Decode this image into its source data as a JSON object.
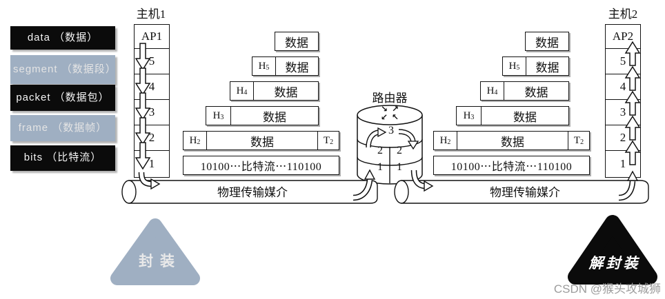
{
  "legend": {
    "items": [
      {
        "label": "data （数据）",
        "variant": "black"
      },
      {
        "label": "segment （数据段）",
        "variant": "slate"
      },
      {
        "label": "packet （数据包）",
        "variant": "black"
      },
      {
        "label": "frame （数据帧）",
        "variant": "slate"
      },
      {
        "label": "bits （比特流）",
        "variant": "black"
      }
    ]
  },
  "host1": {
    "title": "主机1",
    "layers": [
      "AP1",
      "5",
      "4",
      "3",
      "2",
      "1"
    ]
  },
  "host2": {
    "title": "主机2",
    "layers": [
      "AP2",
      "5",
      "4",
      "3",
      "2",
      "1"
    ]
  },
  "router": {
    "title": "路由器",
    "cells": {
      "l3": "3",
      "l2a": "2",
      "l2b": "2",
      "l1a": "1",
      "l1b": "1"
    },
    "hub_arrows": {
      "tl": "↘",
      "tr": "↗",
      "bl": "↙",
      "br": "↖"
    }
  },
  "pdu_stack": {
    "rows": [
      {
        "cells": [
          {
            "text": "数据",
            "sub": ""
          }
        ]
      },
      {
        "cells": [
          {
            "text": "H",
            "sub": "5"
          },
          {
            "text": "数据",
            "sub": ""
          }
        ]
      },
      {
        "cells": [
          {
            "text": "H",
            "sub": "4"
          },
          {
            "text": "数据",
            "sub": ""
          }
        ]
      },
      {
        "cells": [
          {
            "text": "H",
            "sub": "3"
          },
          {
            "text": "数据",
            "sub": ""
          }
        ]
      },
      {
        "cells": [
          {
            "text": "H",
            "sub": "2"
          },
          {
            "text": "数据",
            "sub": ""
          },
          {
            "text": "T",
            "sub": "2"
          }
        ]
      },
      {
        "cells": [
          {
            "text": "10100⋯比特流⋯110100",
            "sub": ""
          }
        ]
      }
    ]
  },
  "pipes": {
    "left_label": "物理传输媒介",
    "right_label": "物理传输媒介"
  },
  "process": {
    "encapsulation": "封装",
    "decapsulation": "解封装"
  },
  "watermark": {
    "text": "CSDN @猴头攻城狮"
  },
  "colors": {
    "label_black": "#0b0b0b",
    "label_slate": "#9fafc2",
    "box_shadow_gray": "#adadad",
    "watermark_gray": "#9c9c9c",
    "line_black": "#111111"
  }
}
